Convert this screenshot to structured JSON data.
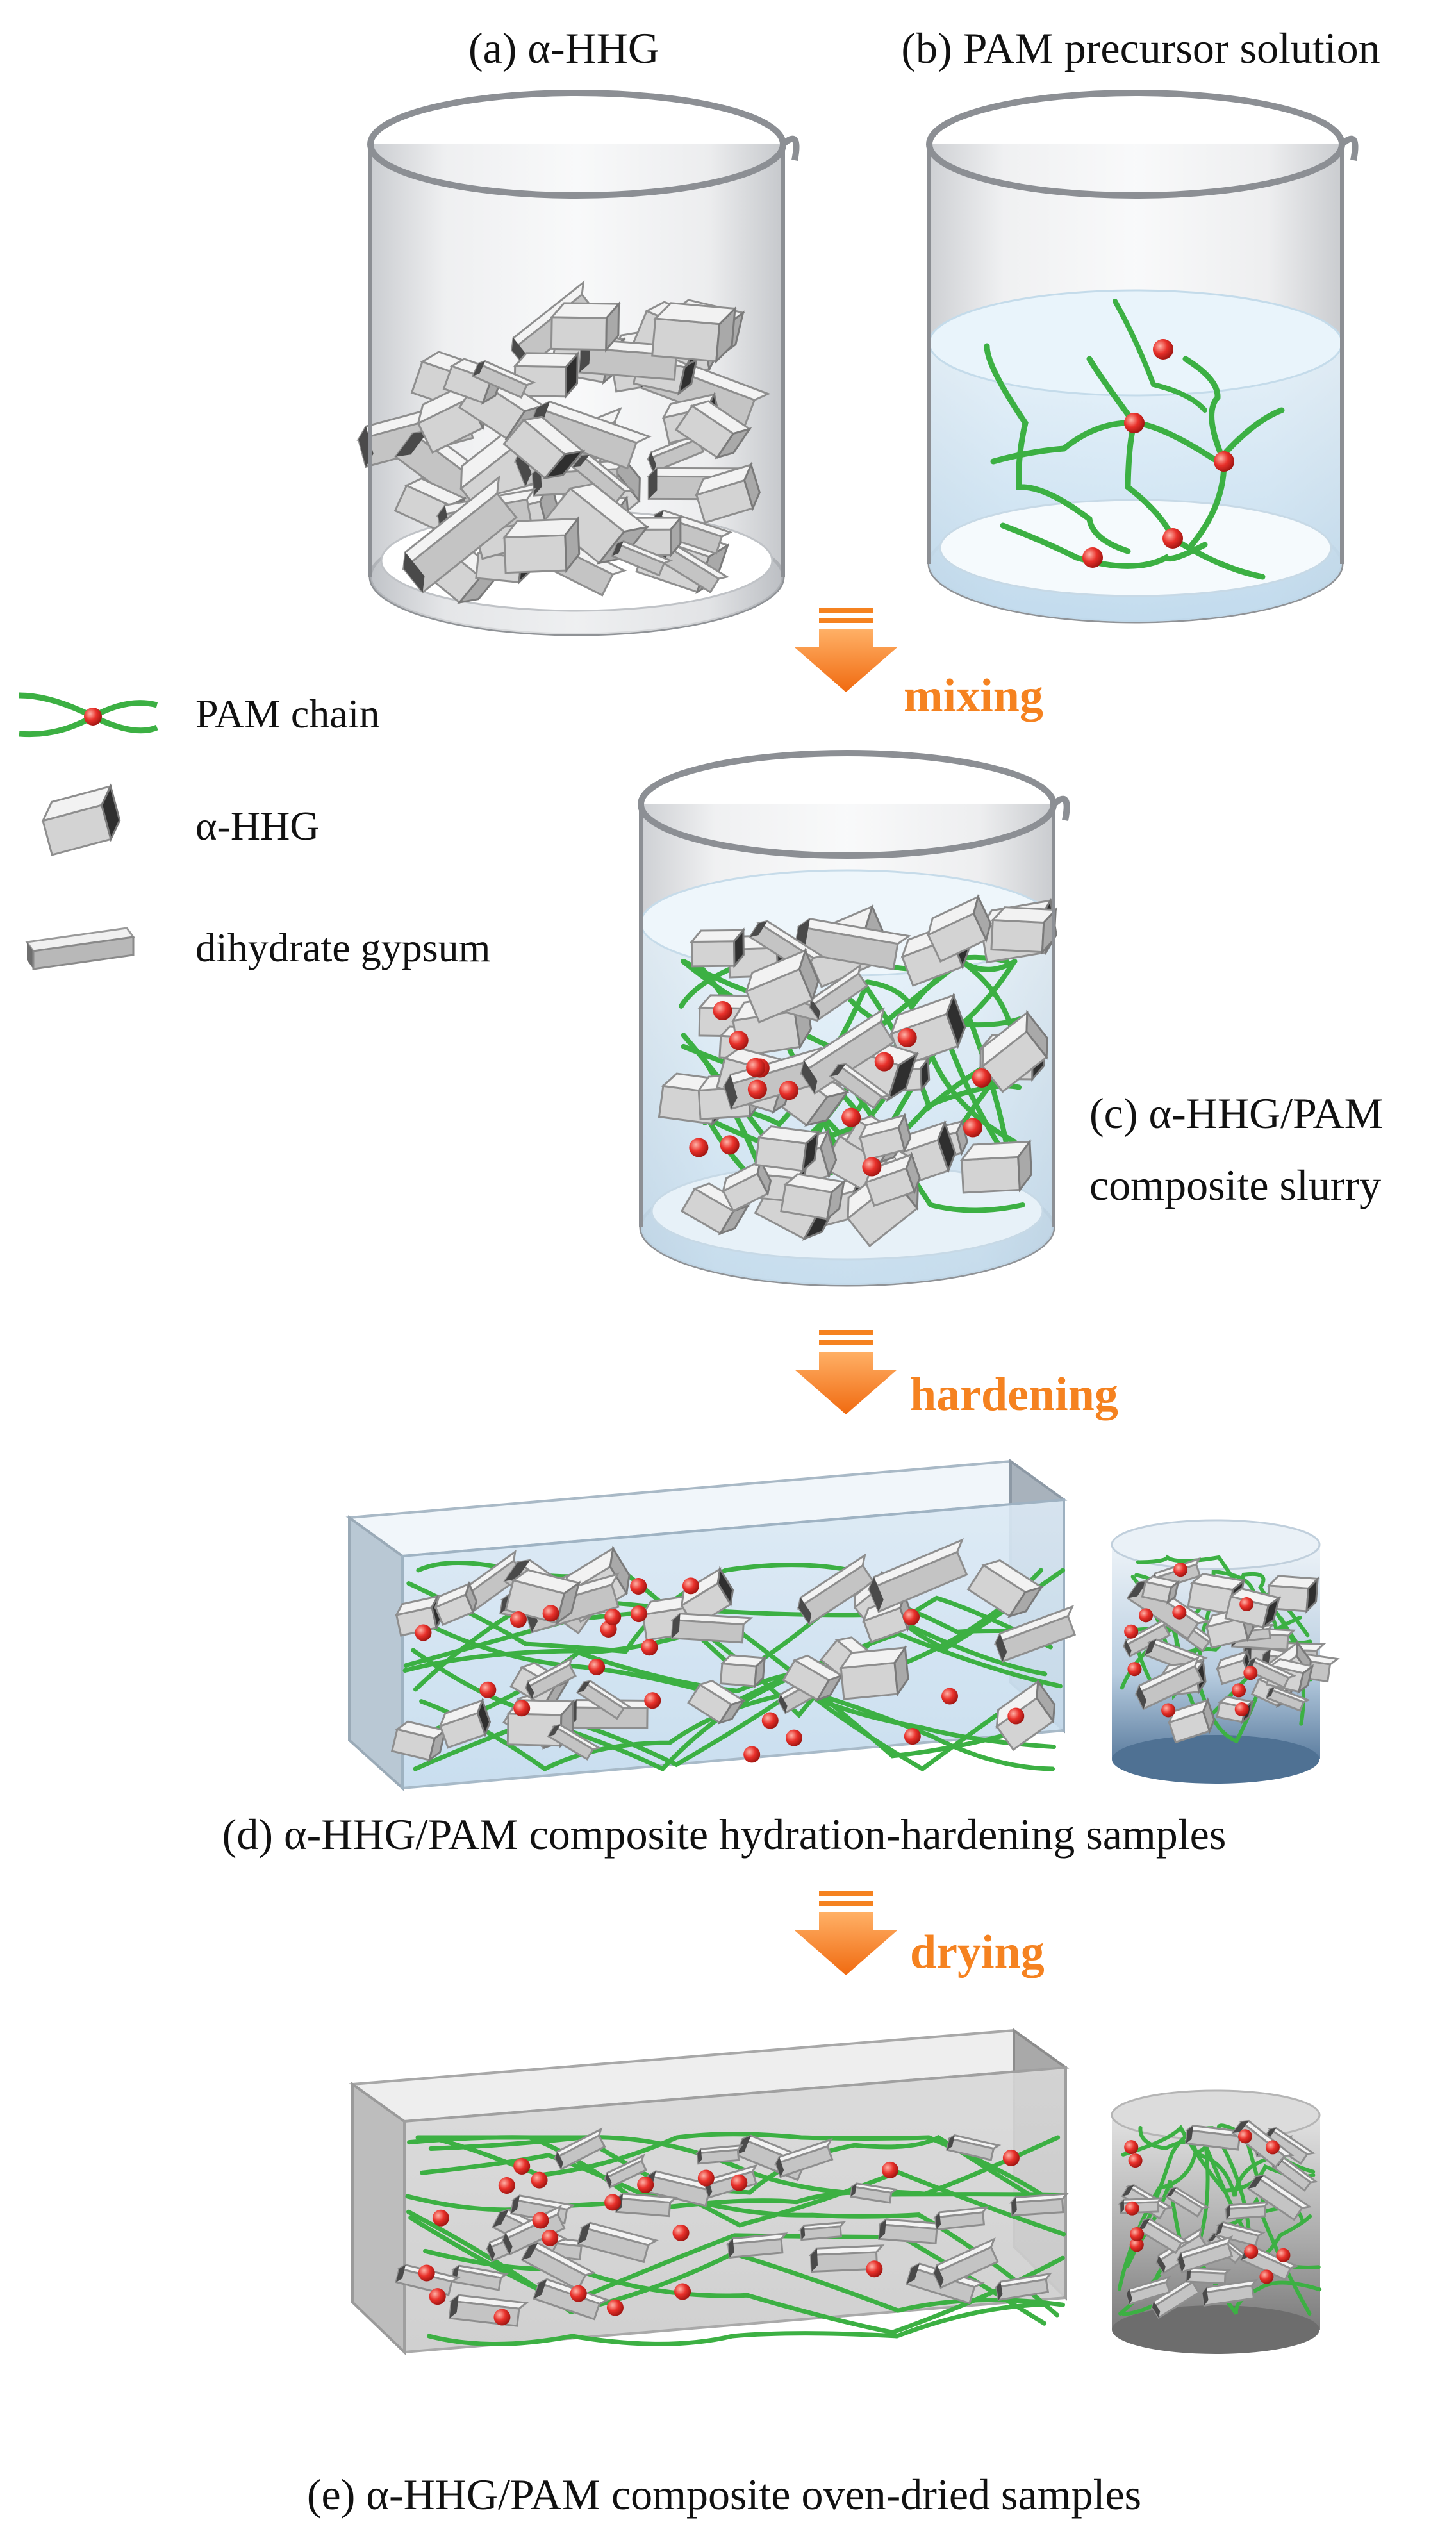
{
  "colors": {
    "accent": "#f58220",
    "chain": "#3cb043",
    "crosslink": "#e8302a",
    "crystal": "#d2d2d2",
    "liquid": "#cfe6f5"
  },
  "labels": {
    "a": "(a) α-HHG",
    "b": "(b) PAM precursor solution",
    "c_line1": "(c) α-HHG/PAM",
    "c_line2": "composite slurry",
    "d": "(d) α-HHG/PAM composite  hydration-hardening samples",
    "e": "(e) α-HHG/PAM composite oven-dried samples"
  },
  "legend": [
    {
      "icon": "pam-chain-icon",
      "label": "PAM chain"
    },
    {
      "icon": "hhg-crystal-icon",
      "label": "α-HHG"
    },
    {
      "icon": "dihydrate-gypsum-icon",
      "label": "dihydrate gypsum"
    }
  ],
  "steps": {
    "mixing": "mixing",
    "hardening": "hardening",
    "drying": "drying"
  }
}
